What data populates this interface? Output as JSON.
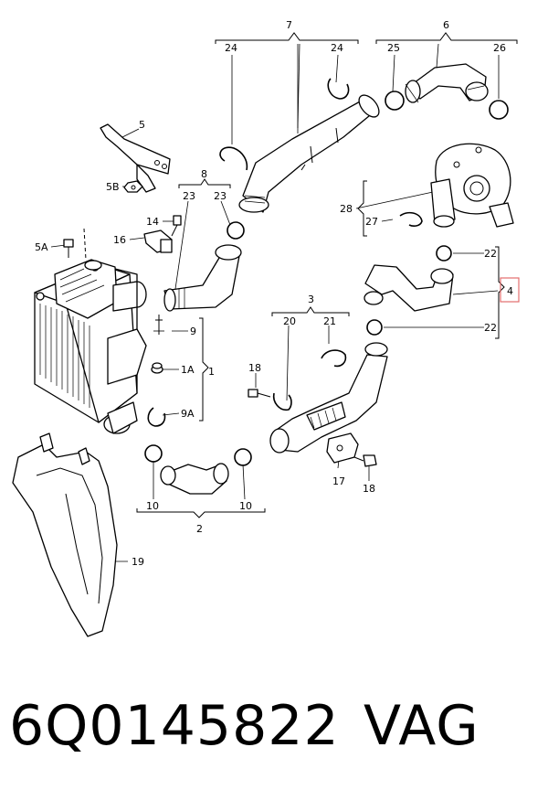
{
  "labels": {
    "l7": "7",
    "l6": "6",
    "l24a": "24",
    "l24b": "24",
    "l25": "25",
    "l26": "26",
    "l5": "5",
    "l5B": "5B",
    "l5A": "5A",
    "l8": "8",
    "l23a": "23",
    "l23b": "23",
    "l14": "14",
    "l16": "16",
    "l28": "28",
    "l27": "27",
    "l22a": "22",
    "l22b": "22",
    "l4": "4",
    "l3": "3",
    "l20": "20",
    "l21": "21",
    "l9": "9",
    "l1A": "1A",
    "l1": "1",
    "l9A": "9A",
    "l18a": "18",
    "l18b": "18",
    "l17": "17",
    "l10a": "10",
    "l10b": "10",
    "l2": "2",
    "l19": "19"
  },
  "highlight_color": "#e36d6d",
  "caption": {
    "part_number": "6Q0145822",
    "brand": "VAG"
  }
}
